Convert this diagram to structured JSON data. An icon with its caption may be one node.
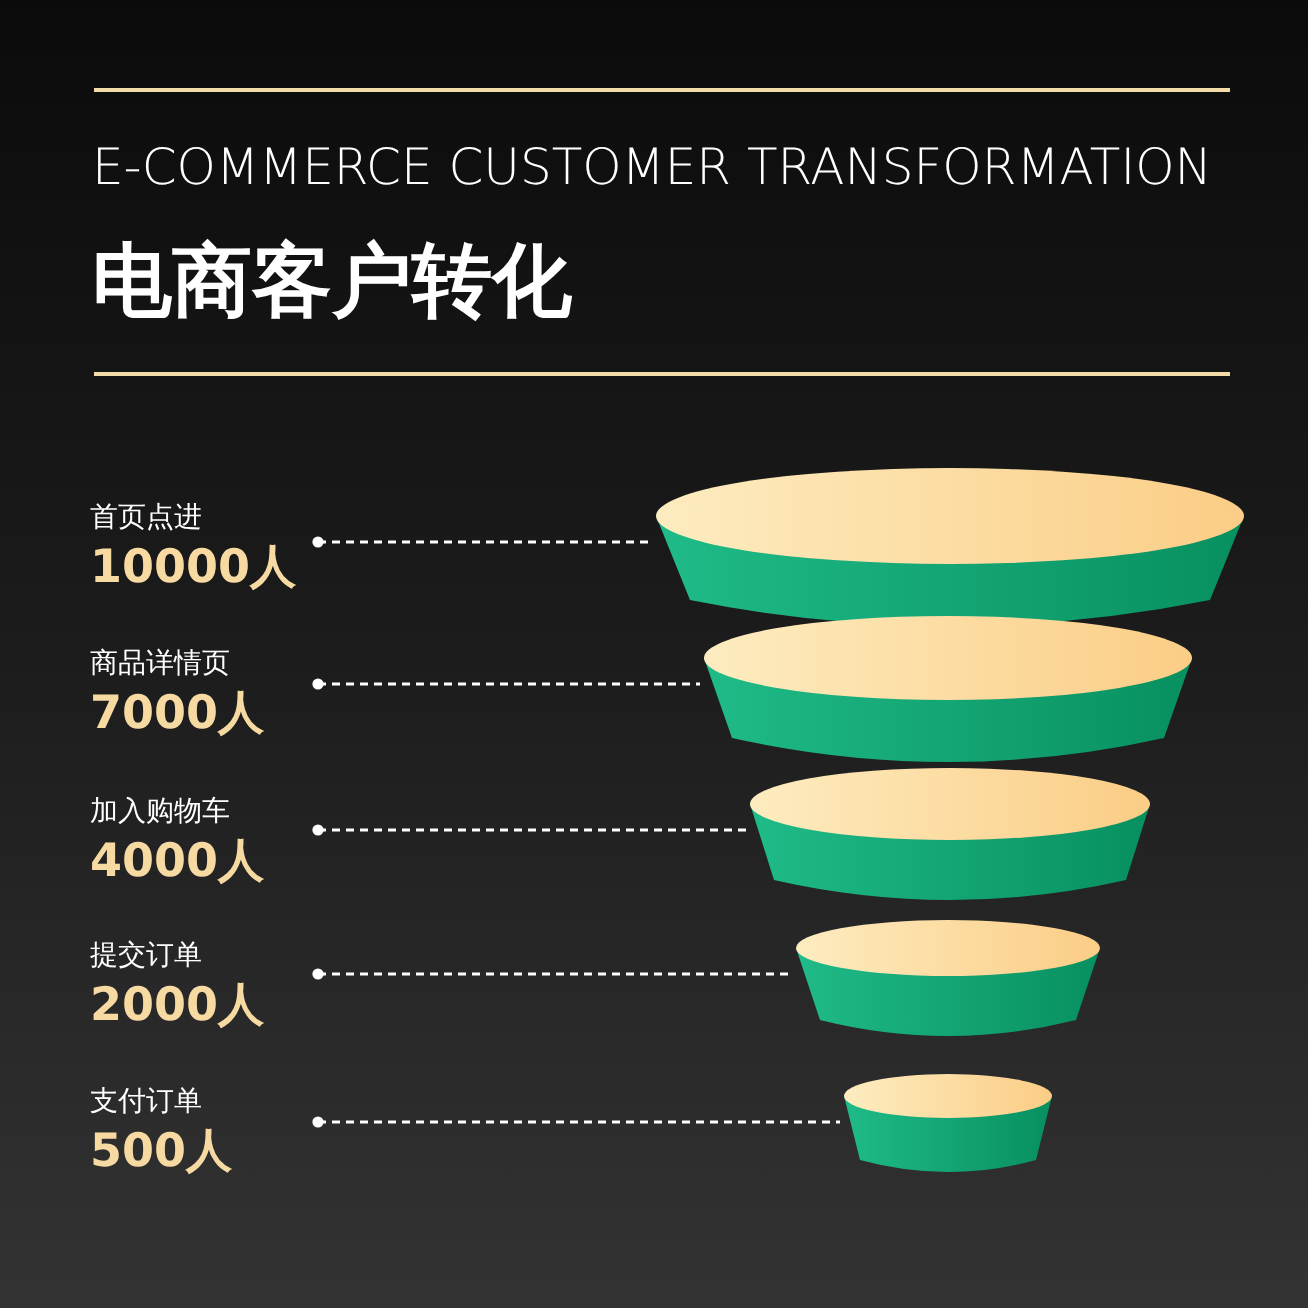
{
  "diagram": {
    "title": "电商客户转化",
    "labels": [
      "E-COMMERCE CUSTOMER TRANSFORMATION"
    ],
    "nodes": [
      {
        "text": [
          "首页点进",
          "10000人"
        ]
      },
      {
        "text": [],
        "shape": "bowl"
      },
      {
        "text": [
          "商品详情页",
          "7000人"
        ]
      },
      {
        "text": [],
        "shape": "bowl"
      },
      {
        "text": [
          "加入购物车",
          "4000人"
        ]
      },
      {
        "text": [],
        "shape": "bowl"
      },
      {
        "text": [
          "提交订单",
          "2000人"
        ]
      },
      {
        "text": [],
        "shape": "bowl"
      },
      {
        "text": [
          "支付订单",
          "500人"
        ]
      },
      {
        "text": [],
        "shape": "bowl"
      }
    ],
    "edges": [
      {
        "from": 0,
        "to": 1,
        "arrow": "other",
        "style": "dashed"
      },
      {
        "from": 2,
        "to": 3,
        "arrow": "other",
        "style": "dashed"
      },
      {
        "from": 4,
        "to": 5,
        "arrow": "other",
        "style": "dashed"
      },
      {
        "from": 6,
        "to": 7,
        "arrow": "other",
        "style": "dashed"
      },
      {
        "from": 8,
        "to": 9,
        "arrow": "other",
        "style": "dashed"
      }
    ]
  }
}
